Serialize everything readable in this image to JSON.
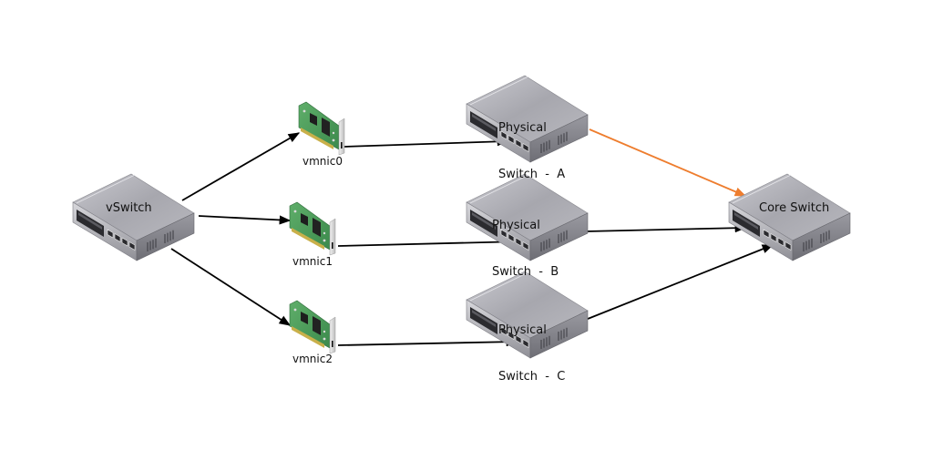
{
  "diagram": {
    "type": "network-topology",
    "nodes": [
      {
        "id": "vswitch",
        "kind": "switch",
        "label": "vSwitch"
      },
      {
        "id": "vmnic0",
        "kind": "nic",
        "label": "vmnic0"
      },
      {
        "id": "vmnic1",
        "kind": "nic",
        "label": "vmnic1"
      },
      {
        "id": "vmnic2",
        "kind": "nic",
        "label": "vmnic2"
      },
      {
        "id": "psa",
        "kind": "switch",
        "label_line1": "Physical",
        "label_line2": "Switch  -  A"
      },
      {
        "id": "psb",
        "kind": "switch",
        "label_line1": "Physical",
        "label_line2": "Switch  -  B"
      },
      {
        "id": "psc",
        "kind": "switch",
        "label_line1": "Physical",
        "label_line2": "Switch  -  C"
      },
      {
        "id": "core",
        "kind": "switch",
        "label": "Core Switch"
      }
    ],
    "edges": [
      {
        "from": "vswitch",
        "to": "vmnic0",
        "color": "#000000"
      },
      {
        "from": "vswitch",
        "to": "vmnic1",
        "color": "#000000"
      },
      {
        "from": "vswitch",
        "to": "vmnic2",
        "color": "#000000"
      },
      {
        "from": "vmnic0",
        "to": "psa",
        "color": "#000000"
      },
      {
        "from": "vmnic1",
        "to": "psb",
        "color": "#000000"
      },
      {
        "from": "vmnic2",
        "to": "psc",
        "color": "#000000"
      },
      {
        "from": "psa",
        "to": "core",
        "color": "#ee7d2e"
      },
      {
        "from": "psb",
        "to": "core",
        "color": "#000000"
      },
      {
        "from": "psc",
        "to": "core",
        "color": "#000000"
      }
    ]
  }
}
